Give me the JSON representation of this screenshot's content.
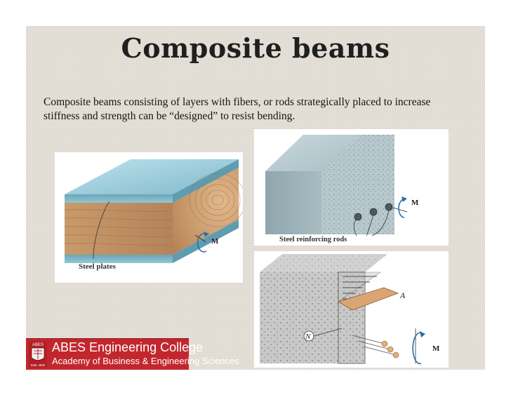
{
  "slide": {
    "title": "Composite beams",
    "body": "Composite beams consisting of layers with fibers, or rods strategically placed to increase stiffness and strength can be “designed” to resist bending."
  },
  "figures": {
    "steel_plates": {
      "label": "Steel plates",
      "moment_label": "M"
    },
    "reinforced": {
      "label": "Steel reinforcing rods",
      "moment_label": "M"
    },
    "section": {
      "label_A": "A",
      "label_N": "N",
      "moment_label": "M"
    }
  },
  "logo": {
    "name": "ABES Engineering College",
    "subtitle": "Academy of Business & Engineering Sciences",
    "crest_text": "ABES",
    "estd": "Estd. 2000"
  }
}
